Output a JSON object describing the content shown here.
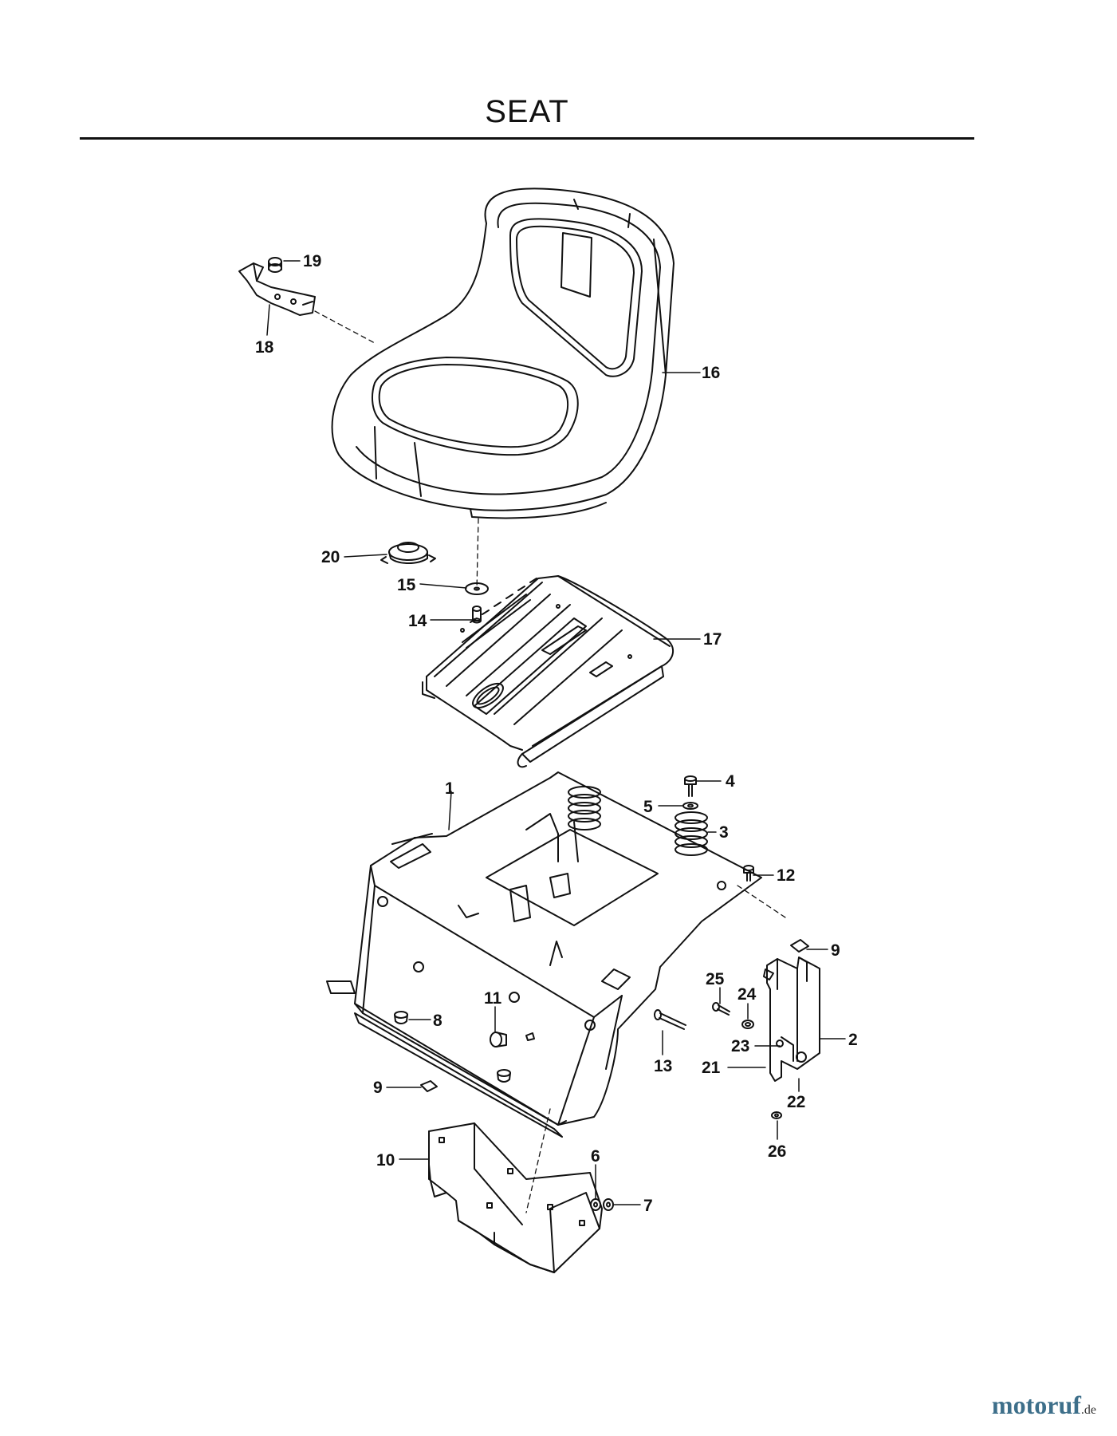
{
  "title": "SEAT",
  "watermark": "motoruf",
  "watermark_tld": ".de",
  "labels": {
    "p1": "1",
    "p2": "2",
    "p3": "3",
    "p4": "4",
    "p5": "5",
    "p6": "6",
    "p7": "7",
    "p8": "8",
    "p9a": "9",
    "p9b": "9",
    "p10": "10",
    "p11": "11",
    "p12": "12",
    "p13": "13",
    "p14": "14",
    "p15": "15",
    "p16": "16",
    "p17": "17",
    "p18": "18",
    "p19": "19",
    "p20": "20",
    "p21": "21",
    "p22": "22",
    "p23": "23",
    "p24": "24",
    "p25": "25",
    "p26": "26"
  }
}
